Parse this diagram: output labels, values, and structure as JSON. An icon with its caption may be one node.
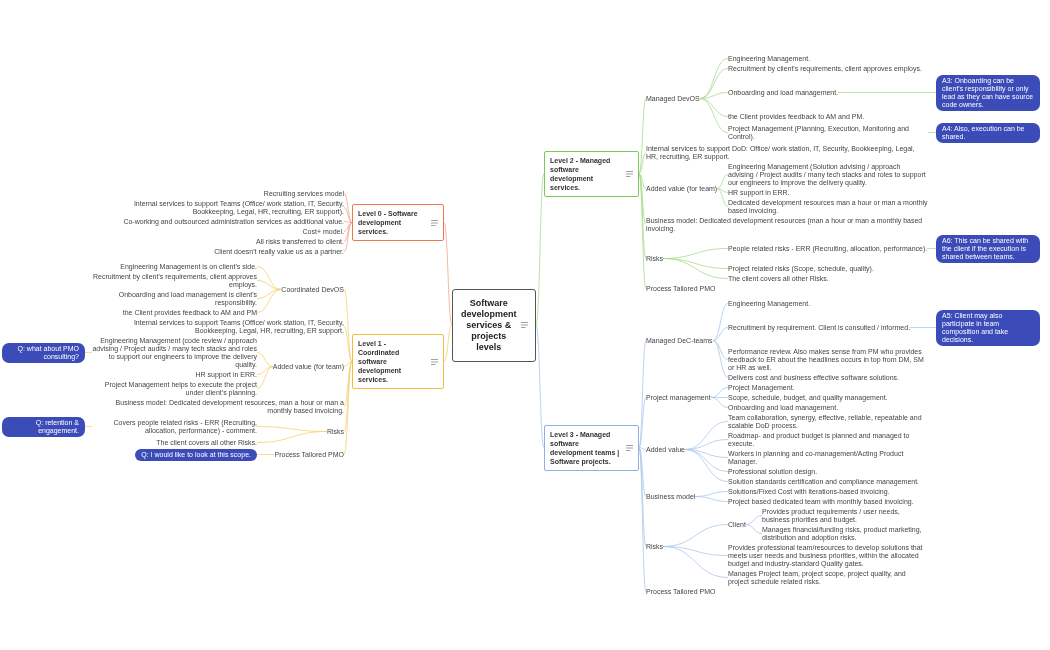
{
  "diagram": {
    "nodes": [
      {
        "text": [
          "Software development services & projects levels"
        ]
      },
      {
        "text": [
          "Level 0 - Software development services."
        ]
      },
      {
        "text": [
          "Recruiting services model"
        ]
      },
      {
        "text": [
          "Internal services to support Teams (Office/ work station, IT, Security, Bookkeeping, Legal, HR, recruiting, ER support)."
        ]
      },
      {
        "text": [
          "Co-working and outsourced administration services as additional value."
        ]
      },
      {
        "text": [
          "Cost+ model."
        ]
      },
      {
        "text": [
          "All risks transferred to client."
        ]
      },
      {
        "text": [
          "Client doesn't really value us as a partner."
        ]
      },
      {
        "text": [
          "Level 1 - Coordinated software development services."
        ]
      },
      {
        "text": [
          "Coordinated DevOS"
        ]
      },
      {
        "text": [
          "Engineering Management is on client's side."
        ]
      },
      {
        "text": [
          "Recruitment by client's requirements, client approves employs."
        ]
      },
      {
        "text": [
          "Onboarding and load management is client's responsibility."
        ]
      },
      {
        "text": [
          "the Client provides feedback to AM and PM"
        ]
      },
      {
        "text": [
          "Internal services to support Teams (Office/ work station, IT, Security, Bookkeeping, Legal, HR, recruiting, ER support."
        ]
      },
      {
        "text": [
          "Added value (for team)"
        ]
      },
      {
        "text": [
          "Engineering Management (code review / approach advising / Project audits / many tech stacks and roles to support our engineers to improve the delivery quality."
        ]
      },
      {
        "text": [
          "Q: what about PMO consulting?"
        ]
      },
      {
        "text": [
          "HR support in ERR."
        ]
      },
      {
        "text": [
          "Project Management helps to execute the project under client's planning."
        ]
      },
      {
        "text": [
          "Business model: Dedicated development resources, man a hour or man a monthly based invoicing."
        ]
      },
      {
        "text": [
          "Risks"
        ]
      },
      {
        "text": [
          "Covers people related risks - ERR (Recruiting, allocation, performance) - comment."
        ]
      },
      {
        "text": [
          "Q: retention & engagement."
        ]
      },
      {
        "text": [
          "The client covers all other Risks."
        ]
      },
      {
        "text": [
          "Process Tailored PMO"
        ]
      },
      {
        "text": [
          "Q: I would like to look at this scope."
        ]
      },
      {
        "text": [
          "Level 2 - Managed software development services."
        ]
      },
      {
        "text": [
          "Managed DevOS"
        ]
      },
      {
        "text": [
          "Engineering Management."
        ]
      },
      {
        "text": [
          "Recruitment by client's requirements, client approves employs."
        ]
      },
      {
        "text": [
          "Onboarding and load management."
        ]
      },
      {
        "text": [
          "A3: Onboarding can be client's responsibility or only lead as they can have source code owners."
        ]
      },
      {
        "text": [
          "the Client provides feedback to AM and PM."
        ]
      },
      {
        "text": [
          "Project Management (Planning, Execution, Monitoring and Control)."
        ]
      },
      {
        "text": [
          "A4: Also, execution can be shared."
        ]
      },
      {
        "text": [
          "Internal services to support DoD: Office/ work station, IT, Security, Bookkeeping, Legal, HR, recruiting, ER support."
        ]
      },
      {
        "text": [
          "Added value (for team)"
        ]
      },
      {
        "text": [
          "Engineering Management (Solution advising / approach advising / Project audits / many tech stacks and roles to support our engineers to improve the delivery quality."
        ]
      },
      {
        "text": [
          "HR support in ERR."
        ]
      },
      {
        "text": [
          "Dedicated development resources man a hour or man a monthly based invoicing."
        ]
      },
      {
        "text": [
          "Business model: Dedicated development resources (man a hour or man a monthly based invoicing."
        ]
      },
      {
        "text": [
          "Risks"
        ]
      },
      {
        "text": [
          "People related risks - ERR (Recruiting, allocation, performance)."
        ]
      },
      {
        "text": [
          "Project related risks (Scope, schedule, quality)."
        ]
      },
      {
        "text": [
          "A6: This can be shared with the client if the execution is shared between teams."
        ]
      },
      {
        "text": [
          "The client covers all other Risks."
        ]
      },
      {
        "text": [
          "Process Tailored PMO"
        ]
      },
      {
        "text": [
          "Level 3 - Managed software development teams | Software projects."
        ]
      },
      {
        "text": [
          "Managed DeC-teams"
        ]
      },
      {
        "text": [
          "Engineering Management."
        ]
      },
      {
        "text": [
          "Recruitment by requirement. Client is consulted / informed."
        ]
      },
      {
        "text": [
          "A5: Client may also participate in team composition and take decisions."
        ]
      },
      {
        "text": [
          "Performance review. Also makes sense from PM who provides feedback to ER about the headlines occurs in top from DM, SM or HR as well."
        ]
      },
      {
        "text": [
          "Delivers cost and business effective software solutions."
        ]
      },
      {
        "text": [
          "Project management"
        ]
      },
      {
        "text": [
          "Project Management."
        ]
      },
      {
        "text": [
          "Scope, schedule, budget, and quality management."
        ]
      },
      {
        "text": [
          "Onboarding and load management."
        ]
      },
      {
        "text": [
          "Added value"
        ]
      },
      {
        "text": [
          "Team collaboration, synergy, effective, reliable, repeatable and scalable DoD process."
        ]
      },
      {
        "text": [
          "Roadmap- and product budget is planned and managed to execute."
        ]
      },
      {
        "text": [
          "Workers in planning and co-management/Acting Product Manager."
        ]
      },
      {
        "text": [
          "Professional solution design."
        ]
      },
      {
        "text": [
          "Solution standards certification and compliance management."
        ]
      },
      {
        "text": [
          "Business model"
        ]
      },
      {
        "text": [
          "Solutions/Fixed Cost with iterations-based invoicing."
        ]
      },
      {
        "text": [
          "Project based dedicated team with monthly based invoicing."
        ]
      },
      {
        "text": [
          "Risks"
        ]
      },
      {
        "text": [
          "Client"
        ]
      },
      {
        "text": [
          "Provides product requirements / user needs, business priorities and budget."
        ]
      },
      {
        "text": [
          "Manages financial/funding risks, product marketing, distribution and adoption risks."
        ]
      },
      {
        "text": [
          "Provides professional team/resources to develop solutions that meets user needs and business priorities, within the allocated budget and industry-standard Quality gates."
        ]
      },
      {
        "text": [
          "Manages Project team, project scope, project quality, and project schedule related risks."
        ]
      },
      {
        "text": [
          "Process Tailored PMO"
        ]
      }
    ],
    "edges": [
      {
        "from": 0,
        "to": 1,
        "arrow": "none",
        "color": "#f4a58c"
      },
      {
        "from": 1,
        "to": 2,
        "arrow": "none",
        "color": "#f4a58c"
      },
      {
        "from": 1,
        "to": 3,
        "arrow": "none",
        "color": "#f4a58c"
      },
      {
        "from": 1,
        "to": 4,
        "arrow": "none",
        "color": "#f4a58c"
      },
      {
        "from": 1,
        "to": 5,
        "arrow": "none",
        "color": "#f4a58c"
      },
      {
        "from": 1,
        "to": 6,
        "arrow": "none",
        "color": "#f4a58c"
      },
      {
        "from": 1,
        "to": 7,
        "arrow": "none",
        "color": "#f4a58c"
      },
      {
        "from": 0,
        "to": 8,
        "arrow": "none",
        "color": "#f7cf6e"
      },
      {
        "from": 8,
        "to": 9,
        "arrow": "none",
        "color": "#f7cf6e"
      },
      {
        "from": 9,
        "to": 10,
        "arrow": "none",
        "color": "#f7cf6e"
      },
      {
        "from": 9,
        "to": 11,
        "arrow": "none",
        "color": "#f7cf6e"
      },
      {
        "from": 9,
        "to": 12,
        "arrow": "none",
        "color": "#f7cf6e"
      },
      {
        "from": 9,
        "to": 13,
        "arrow": "none",
        "color": "#f7cf6e"
      },
      {
        "from": 8,
        "to": 14,
        "arrow": "none",
        "color": "#f7cf6e"
      },
      {
        "from": 8,
        "to": 15,
        "arrow": "none",
        "color": "#f7cf6e"
      },
      {
        "from": 15,
        "to": 16,
        "arrow": "none",
        "color": "#f7cf6e"
      },
      {
        "from": 16,
        "to": 17,
        "arrow": "none",
        "color": "#f7cf6e"
      },
      {
        "from": 15,
        "to": 18,
        "arrow": "none",
        "color": "#f7cf6e"
      },
      {
        "from": 15,
        "to": 19,
        "arrow": "none",
        "color": "#f7cf6e"
      },
      {
        "from": 8,
        "to": 20,
        "arrow": "none",
        "color": "#f7cf6e"
      },
      {
        "from": 8,
        "to": 21,
        "arrow": "none",
        "color": "#f7cf6e"
      },
      {
        "from": 21,
        "to": 22,
        "arrow": "none",
        "color": "#f7cf6e"
      },
      {
        "from": 22,
        "to": 23,
        "arrow": "none",
        "color": "#f7cf6e"
      },
      {
        "from": 21,
        "to": 24,
        "arrow": "none",
        "color": "#f7cf6e"
      },
      {
        "from": 8,
        "to": 25,
        "arrow": "none",
        "color": "#f7cf6e"
      },
      {
        "from": 25,
        "to": 26,
        "arrow": "none",
        "color": "#f7cf6e"
      },
      {
        "from": 0,
        "to": 27,
        "arrow": "none",
        "color": "#a8da8c"
      },
      {
        "from": 27,
        "to": 28,
        "arrow": "none",
        "color": "#a8da8c"
      },
      {
        "from": 28,
        "to": 29,
        "arrow": "none",
        "color": "#a8da8c"
      },
      {
        "from": 28,
        "to": 30,
        "arrow": "none",
        "color": "#a8da8c"
      },
      {
        "from": 28,
        "to": 31,
        "arrow": "none",
        "color": "#a8da8c"
      },
      {
        "from": 31,
        "to": 32,
        "arrow": "none",
        "color": "#a8da8c"
      },
      {
        "from": 28,
        "to": 33,
        "arrow": "none",
        "color": "#a8da8c"
      },
      {
        "from": 28,
        "to": 34,
        "arrow": "none",
        "color": "#a8da8c"
      },
      {
        "from": 34,
        "to": 35,
        "arrow": "none",
        "color": "#a8da8c"
      },
      {
        "from": 27,
        "to": 36,
        "arrow": "none",
        "color": "#a8da8c"
      },
      {
        "from": 27,
        "to": 37,
        "arrow": "none",
        "color": "#a8da8c"
      },
      {
        "from": 37,
        "to": 38,
        "arrow": "none",
        "color": "#a8da8c"
      },
      {
        "from": 37,
        "to": 39,
        "arrow": "none",
        "color": "#a8da8c"
      },
      {
        "from": 37,
        "to": 40,
        "arrow": "none",
        "color": "#a8da8c"
      },
      {
        "from": 27,
        "to": 41,
        "arrow": "none",
        "color": "#a8da8c"
      },
      {
        "from": 27,
        "to": 42,
        "arrow": "none",
        "color": "#a8da8c"
      },
      {
        "from": 42,
        "to": 43,
        "arrow": "none",
        "color": "#a8da8c"
      },
      {
        "from": 42,
        "to": 44,
        "arrow": "none",
        "color": "#a8da8c"
      },
      {
        "from": 43,
        "to": 45,
        "arrow": "none",
        "color": "#a8da8c"
      },
      {
        "from": 42,
        "to": 46,
        "arrow": "none",
        "color": "#a8da8c"
      },
      {
        "from": 27,
        "to": 47,
        "arrow": "none",
        "color": "#a8da8c"
      },
      {
        "from": 0,
        "to": 48,
        "arrow": "none"
      },
      {
        "from": 48,
        "to": 49,
        "arrow": "none"
      },
      {
        "from": 49,
        "to": 50,
        "arrow": "none"
      },
      {
        "from": 49,
        "to": 51,
        "arrow": "none"
      },
      {
        "from": 51,
        "to": 52,
        "arrow": "none"
      },
      {
        "from": 49,
        "to": 53,
        "arrow": "none"
      },
      {
        "from": 49,
        "to": 54,
        "arrow": "none"
      },
      {
        "from": 48,
        "to": 55,
        "arrow": "none"
      },
      {
        "from": 55,
        "to": 56,
        "arrow": "none"
      },
      {
        "from": 55,
        "to": 57,
        "arrow": "none"
      },
      {
        "from": 55,
        "to": 58,
        "arrow": "none"
      },
      {
        "from": 48,
        "to": 59,
        "arrow": "none"
      },
      {
        "from": 59,
        "to": 60,
        "arrow": "none"
      },
      {
        "from": 59,
        "to": 61,
        "arrow": "none"
      },
      {
        "from": 59,
        "to": 62,
        "arrow": "none"
      },
      {
        "from": 59,
        "to": 63,
        "arrow": "none"
      },
      {
        "from": 59,
        "to": 64,
        "arrow": "none"
      },
      {
        "from": 48,
        "to": 65,
        "arrow": "none"
      },
      {
        "from": 65,
        "to": 66,
        "arrow": "none"
      },
      {
        "from": 65,
        "to": 67,
        "arrow": "none"
      },
      {
        "from": 48,
        "to": 68,
        "arrow": "none"
      },
      {
        "from": 68,
        "to": 69,
        "arrow": "none"
      },
      {
        "from": 69,
        "to": 70,
        "arrow": "none"
      },
      {
        "from": 69,
        "to": 71,
        "arrow": "none"
      },
      {
        "from": 68,
        "to": 72,
        "arrow": "none"
      },
      {
        "from": 68,
        "to": 73,
        "arrow": "none"
      },
      {
        "from": 48,
        "to": 74,
        "arrow": "none"
      }
    ]
  }
}
